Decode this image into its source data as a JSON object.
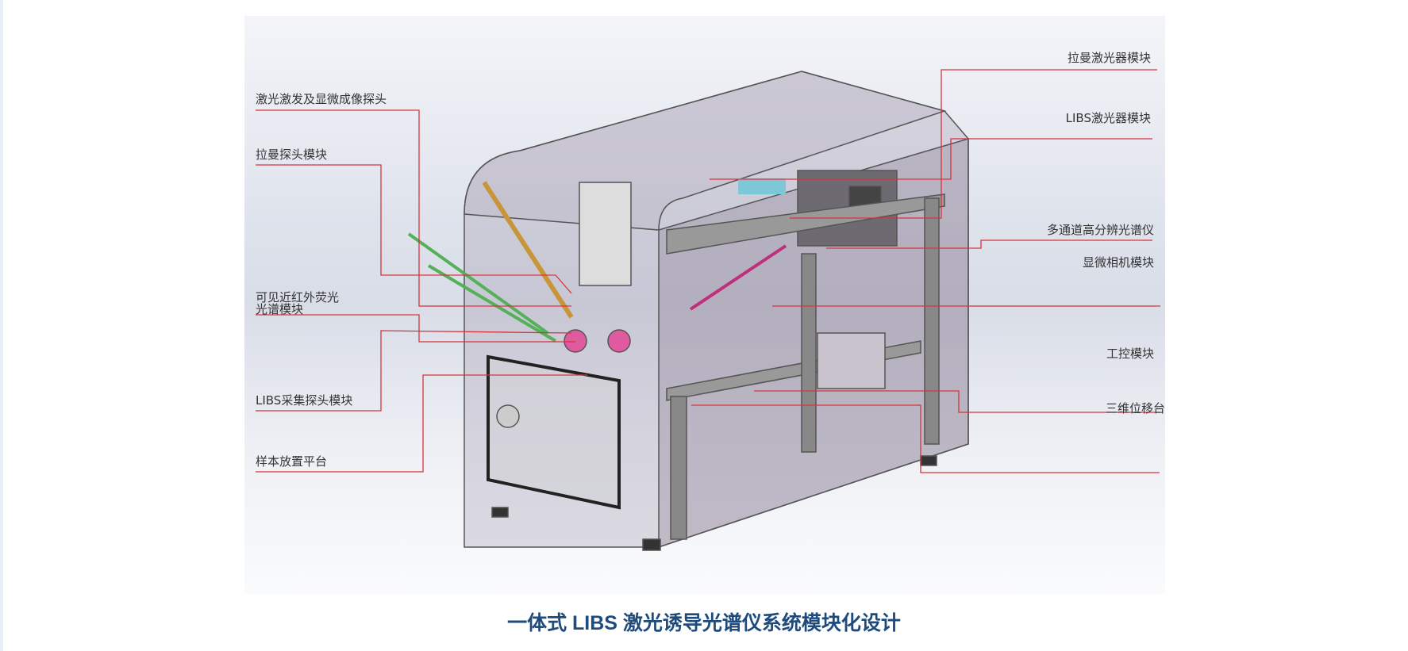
{
  "labels_left": [
    {
      "text": "激光激发及显微成像探头"
    },
    {
      "text": "拉曼探头模块"
    },
    {
      "text": "可见近红外荧光",
      "text2": "光谱模块"
    },
    {
      "text": "LIBS采集探头模块"
    },
    {
      "text": "样本放置平台"
    }
  ],
  "labels_right": [
    {
      "text": "拉曼激光器模块"
    },
    {
      "text": "LIBS激光器模块"
    },
    {
      "text": "多通道高分辨光谱仪"
    },
    {
      "text": "显微相机模块"
    },
    {
      "text": "工控模块"
    },
    {
      "text": "三维位移台"
    }
  ],
  "caption": "一体式 LIBS 激光诱导光谱仪系统模块化设计",
  "colors": {
    "leader": "#d8343c",
    "caption": "#1f4b7c"
  }
}
